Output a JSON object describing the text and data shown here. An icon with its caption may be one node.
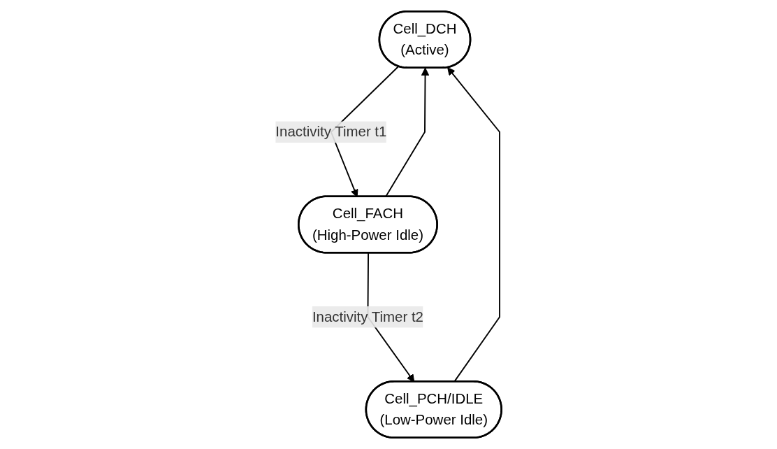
{
  "diagram": {
    "nodes": [
      {
        "text": [
          "Cell_DCH",
          "(Active)"
        ]
      },
      {
        "text": [
          "Cell_FACH",
          "(High-Power Idle)"
        ]
      },
      {
        "text": [
          "Cell_PCH/IDLE",
          "(Low-Power Idle)"
        ]
      }
    ],
    "edges": [
      {
        "from": 0,
        "to": 1,
        "arrow": "to",
        "label": "Inactivity Timer t1"
      },
      {
        "from": 1,
        "to": 0,
        "arrow": "to"
      },
      {
        "from": 1,
        "to": 2,
        "arrow": "to",
        "label": "Inactivity Timer t2"
      },
      {
        "from": 2,
        "to": 0,
        "arrow": "to"
      }
    ]
  }
}
